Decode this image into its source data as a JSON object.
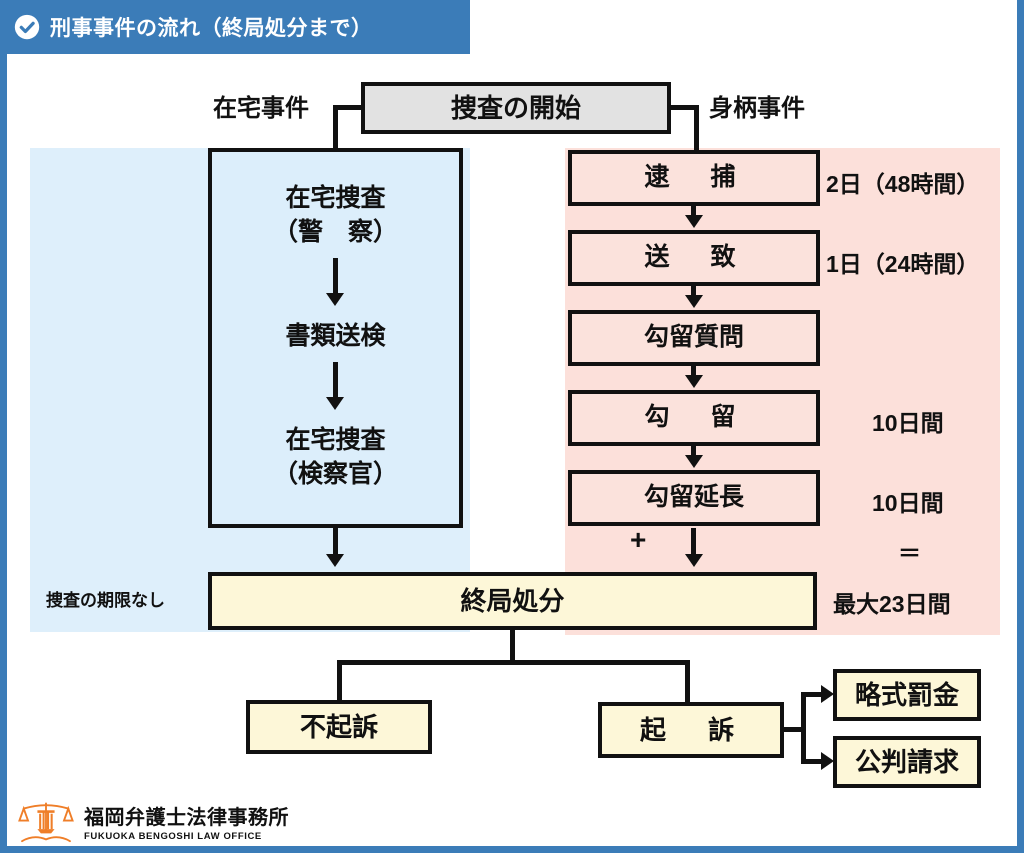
{
  "header": {
    "title": "刑事事件の流れ（終局処分まで）",
    "icon": "check-circle-icon",
    "bar_color": "#3b7cb8",
    "text_color": "#ffffff"
  },
  "colors": {
    "frame": "#3b7cb8",
    "band_blue": "#deeffb",
    "band_pink": "#fce0da",
    "box_gray": "#e2e2e2",
    "box_blue": "#dceefb",
    "box_pink": "#fbe2dc",
    "box_cream": "#fdf7d8",
    "stroke": "#111111"
  },
  "flow": {
    "start_box": "捜査の開始",
    "branch_left_label": "在宅事件",
    "branch_right_label": "身柄事件",
    "left_track": {
      "line1": "在宅捜査",
      "line2": "（警　察）",
      "line3": "書類送検",
      "line4": "在宅捜査",
      "line5": "（検察官）",
      "side_note": "捜査の期限なし"
    },
    "right_track": {
      "steps": [
        {
          "label": "逮　捕",
          "duration": "2日（48時間）"
        },
        {
          "label": "送　致",
          "duration": "1日（24時間）"
        },
        {
          "label": "勾留質問",
          "duration": ""
        },
        {
          "label": "勾　留",
          "duration": "10日間"
        },
        {
          "label": "勾留延長",
          "duration": "10日間"
        }
      ],
      "plus_sign": "+",
      "equals_sign": "＝",
      "total": "最大23日間"
    },
    "disposition_box": "終局処分",
    "outcomes": [
      {
        "label": "不起訴"
      },
      {
        "label": "起　訴"
      }
    ],
    "prosecution_results": [
      {
        "label": "略式罰金"
      },
      {
        "label": "公判請求"
      }
    ]
  },
  "logo": {
    "name_jp": "福岡弁護士法律事務所",
    "name_en": "FUKUOKA BENGOSHI LAW OFFICE",
    "mark": "scales-of-justice-icon",
    "mark_color": "#ef7e28"
  }
}
